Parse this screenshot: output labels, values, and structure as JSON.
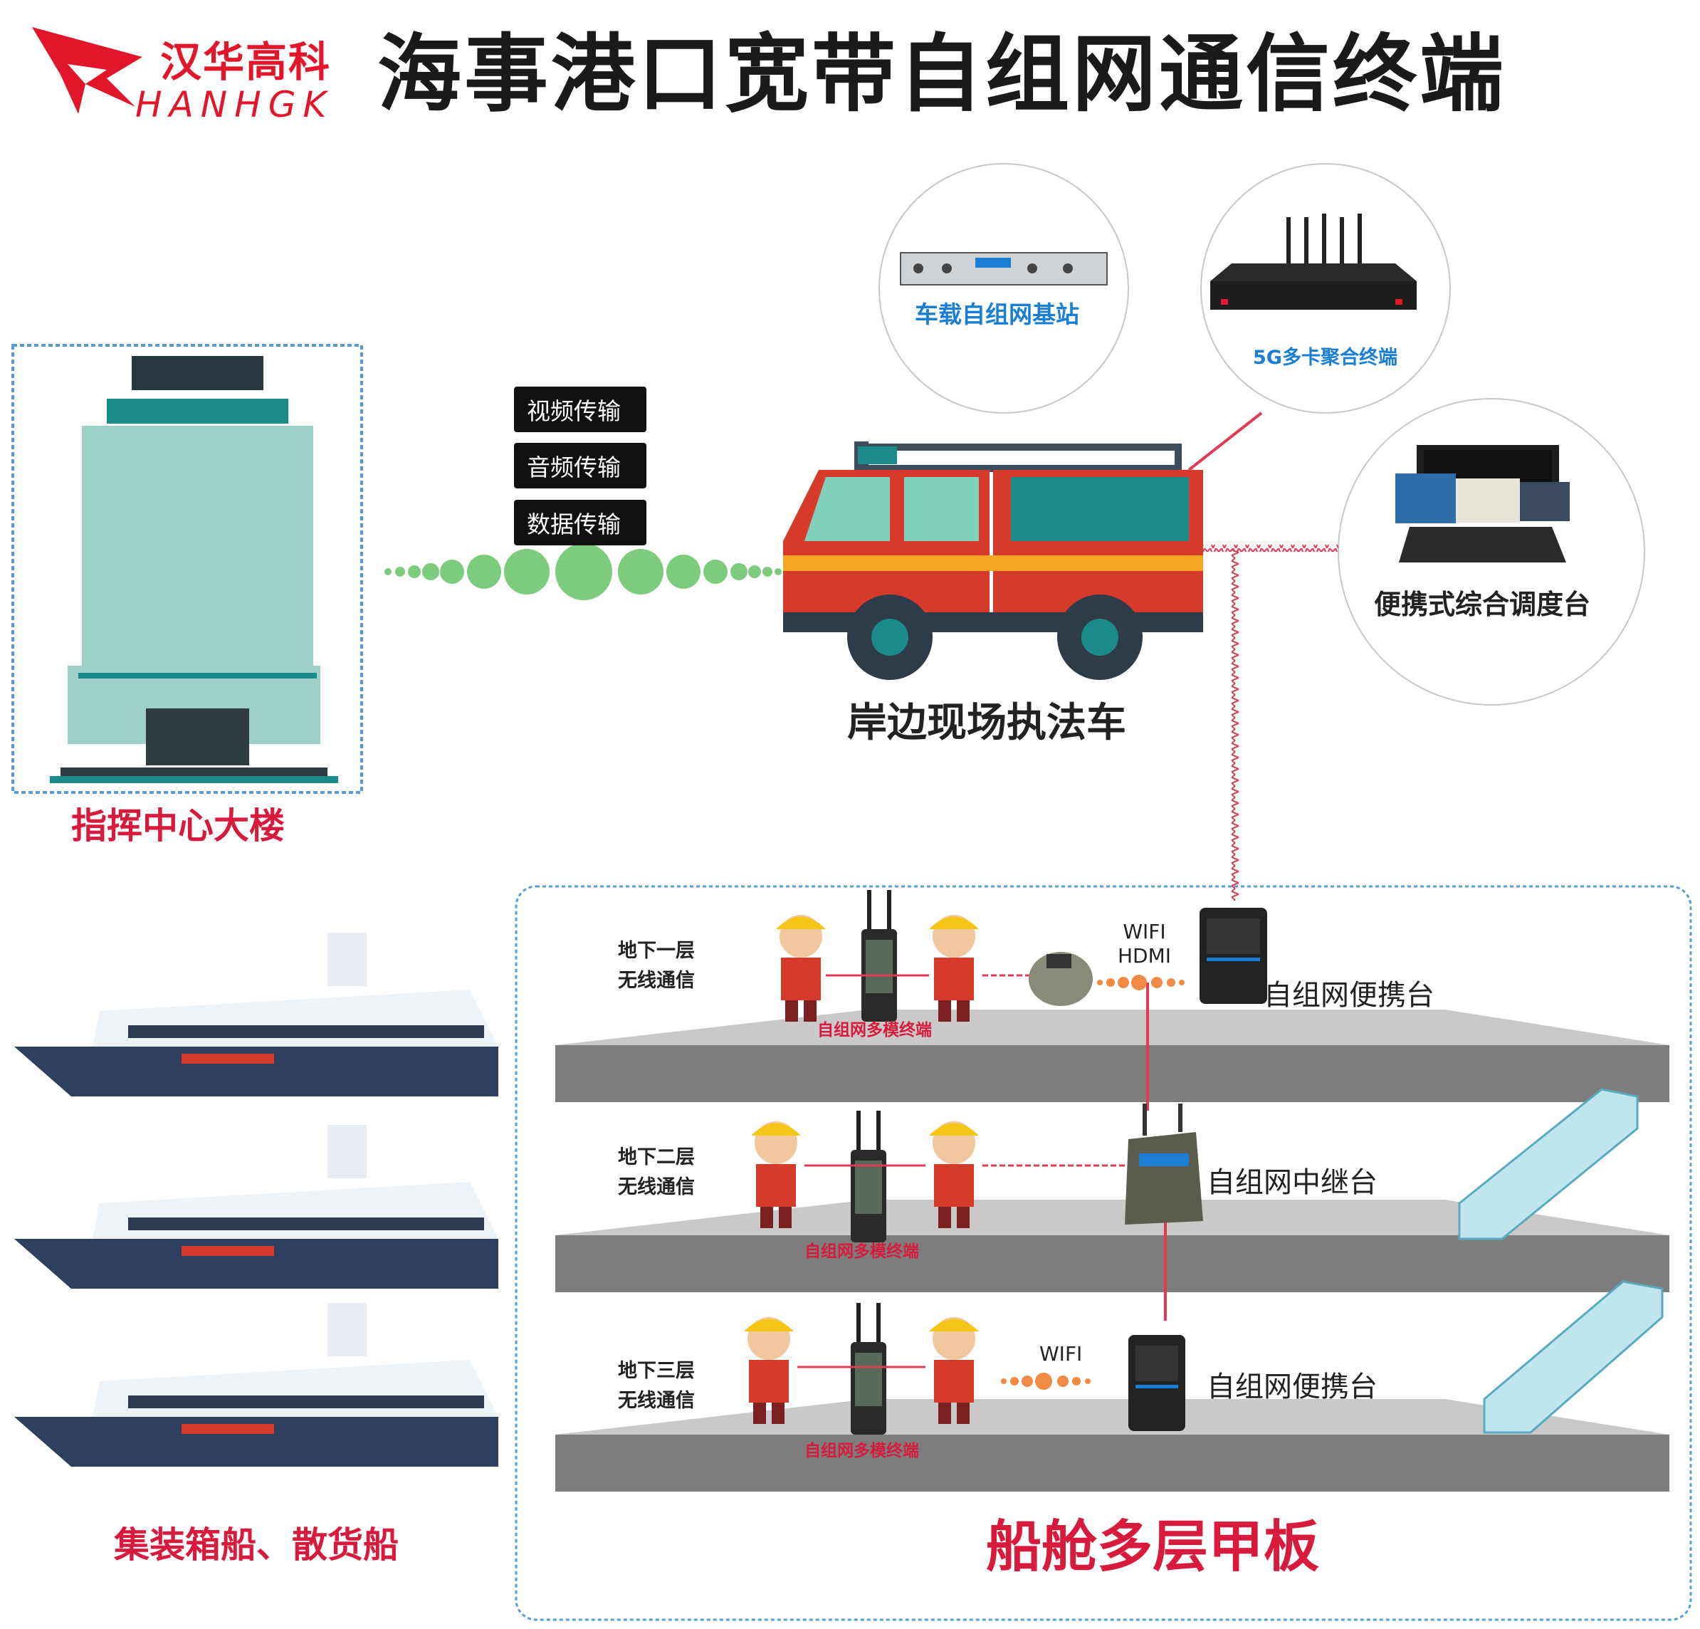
{
  "header": {
    "title": "海事港口宽带自组网通信终端",
    "logo_cn": "汉华高科",
    "logo_en": "HANHGK"
  },
  "command_center": {
    "label": "指挥中心大楼"
  },
  "transmission_tags": [
    "视频传输",
    "音频传输",
    "数据传输"
  ],
  "vehicle": {
    "label": "岸边现场执法车"
  },
  "devices": {
    "base_station": "车载自组网基站",
    "aggregator": "5G多卡聚合终端",
    "console": "便携式综合调度台"
  },
  "ships": {
    "label": "集装箱船、散货船"
  },
  "deck": {
    "label": "船舱多层甲板",
    "floors": [
      {
        "line1": "地下一层",
        "line2": "无线通信",
        "terminal": "自组网多模终端",
        "device": "自组网便携台",
        "link1": "WIFI",
        "link2": "HDMI"
      },
      {
        "line1": "地下二层",
        "line2": "无线通信",
        "terminal": "自组网多模终端",
        "device": "自组网中继台"
      },
      {
        "line1": "地下三层",
        "line2": "无线通信",
        "terminal": "自组网多模终端",
        "device": "自组网便携台",
        "link1": "WIFI"
      }
    ]
  },
  "colors": {
    "accent": "#d81b3c",
    "blue": "#1a7fd4",
    "green_signal": "#7dcb7d",
    "orange_signal": "#f08a45"
  }
}
